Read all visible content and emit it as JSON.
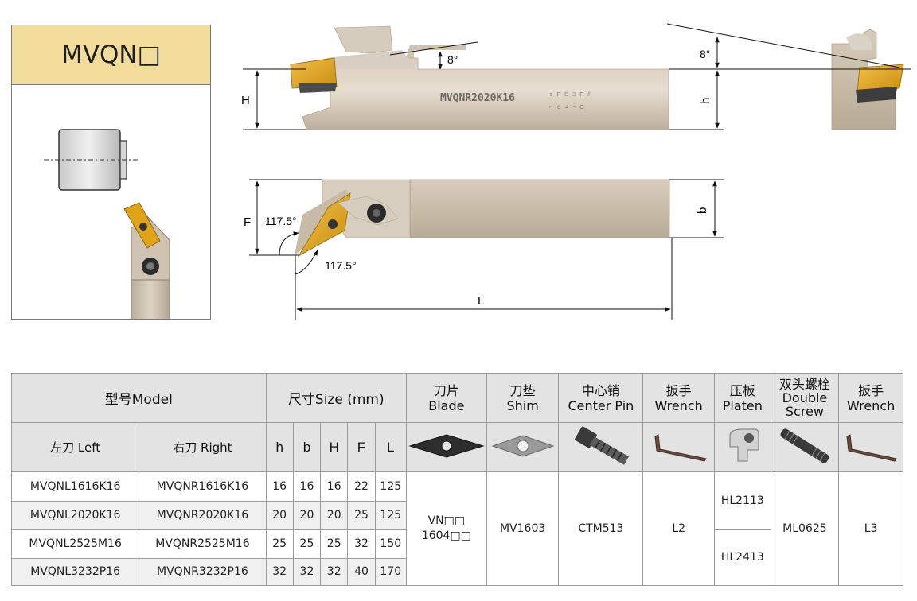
{
  "product": {
    "code": "MVQN□"
  },
  "drawing": {
    "model_marking": "MVQNR2020K16",
    "labels": {
      "H": "H",
      "h": "h",
      "F": "F",
      "b": "b",
      "L": "L",
      "angle_rake_left": "8°",
      "angle_rake_right": "8°",
      "angle_upper": "117.5°",
      "angle_lower": "117.5°"
    }
  },
  "table": {
    "header": {
      "model": "型号Model",
      "size": "尺寸Size (mm)",
      "left": "左刀 Left",
      "right": "右刀 Right",
      "dims": [
        "h",
        "b",
        "H",
        "F",
        "L"
      ],
      "blade": [
        "刀片",
        "Blade"
      ],
      "shim": [
        "刀垫",
        "Shim"
      ],
      "center_pin": [
        "中心销",
        "Center Pin"
      ],
      "wrench": [
        "扳手",
        "Wrench"
      ],
      "platen": [
        "压板",
        "Platen"
      ],
      "double_screw": [
        "双头螺栓",
        "Double",
        "Screw"
      ],
      "wrench2": [
        "扳手",
        "Wrench"
      ]
    },
    "rows": [
      {
        "left": "MVQNL1616K16",
        "right": "MVQNR1616K16",
        "h": "16",
        "b": "16",
        "H": "16",
        "F": "22",
        "L": "125"
      },
      {
        "left": "MVQNL2020K16",
        "right": "MVQNR2020K16",
        "h": "20",
        "b": "20",
        "H": "20",
        "F": "25",
        "L": "125"
      },
      {
        "left": "MVQNL2525M16",
        "right": "MVQNR2525M16",
        "h": "25",
        "b": "25",
        "H": "25",
        "F": "32",
        "L": "150"
      },
      {
        "left": "MVQNL3232P16",
        "right": "MVQNR3232P16",
        "h": "32",
        "b": "32",
        "H": "32",
        "F": "40",
        "L": "170"
      }
    ],
    "parts": {
      "blade": [
        "VN□□",
        "1604□□"
      ],
      "shim": "MV1603",
      "center_pin": "CTM513",
      "wrench": "L2",
      "platen": [
        "HL2113",
        "HL2413"
      ],
      "double_screw": "ML0625",
      "wrench2": "L3"
    }
  },
  "colors": {
    "title_bg": "#f2dc9b",
    "header_bg": "#e3e3e3",
    "insert_gold": "#e0a318",
    "body_metal": "#cbbfae"
  }
}
